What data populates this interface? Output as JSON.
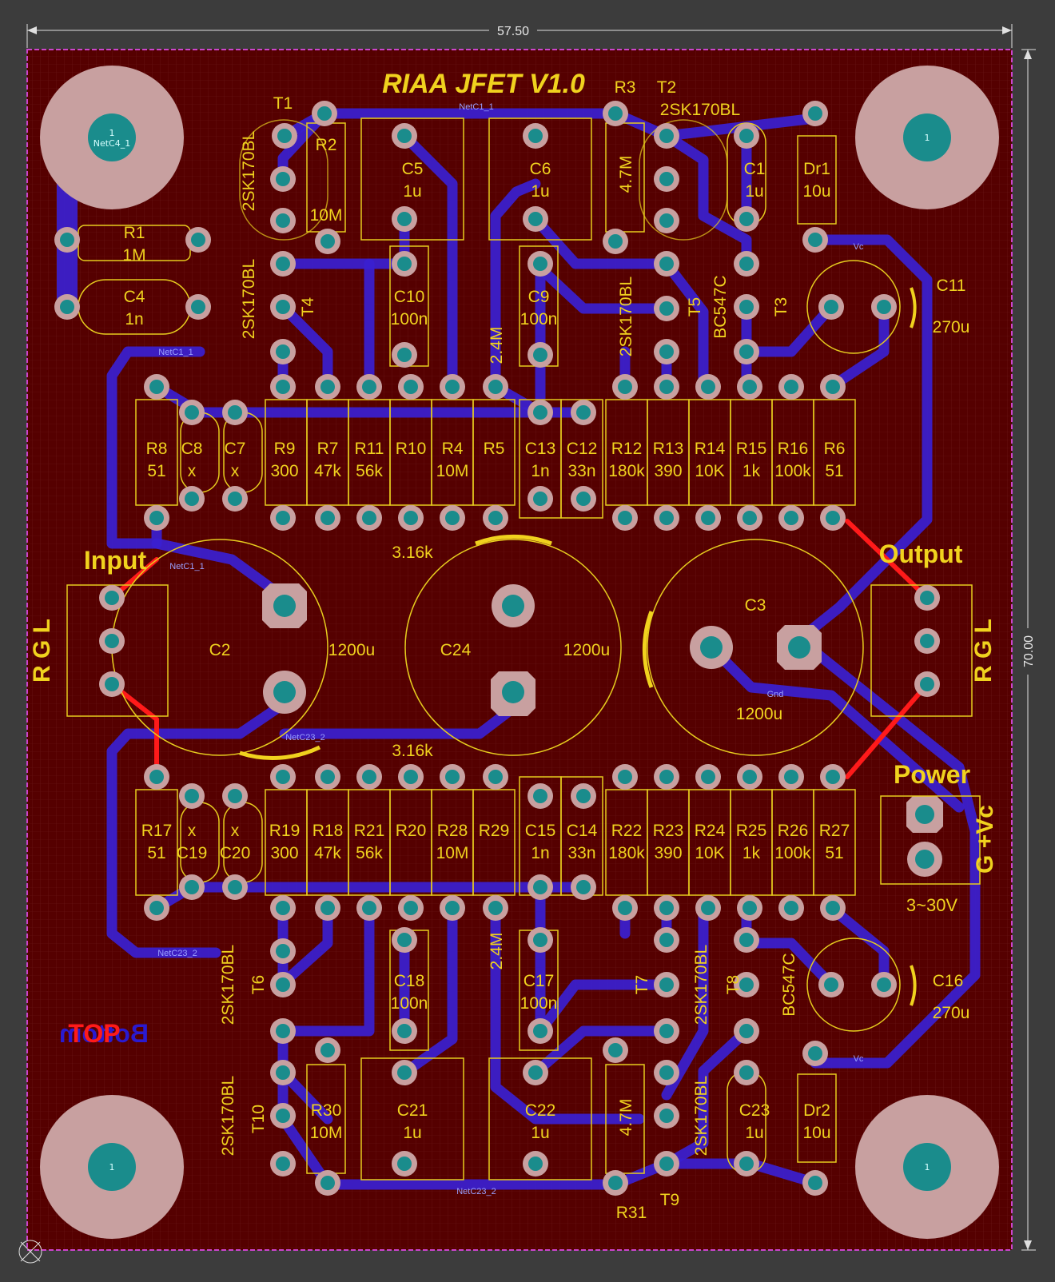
{
  "board": {
    "title": "RIAA JFET V1.0",
    "width_dim": "57.50",
    "height_dim": "70.00",
    "layer_top": "TOP",
    "layer_bottom": "Bottom"
  },
  "labels": {
    "input": "Input",
    "output": "Output",
    "power": "Power",
    "power_range": "3~30V",
    "rgl": "R G L",
    "gvc": "G +Vc",
    "res_316k_top": "3.16k",
    "res_316k_bottom": "3.16k",
    "res_24m_top": "2.4M",
    "res_24m_bottom": "2.4M"
  },
  "components_top": [
    {
      "ref": "R8",
      "val": "51"
    },
    {
      "ref": "C8",
      "val": "x"
    },
    {
      "ref": "C7",
      "val": "x"
    },
    {
      "ref": "R9",
      "val": "300"
    },
    {
      "ref": "R7",
      "val": "47k"
    },
    {
      "ref": "R11",
      "val": "56k"
    },
    {
      "ref": "R10",
      "val": ""
    },
    {
      "ref": "R4",
      "val": "10M"
    },
    {
      "ref": "R5",
      "val": ""
    },
    {
      "ref": "C13",
      "val": "1n"
    },
    {
      "ref": "C12",
      "val": "33n"
    },
    {
      "ref": "R12",
      "val": "180k"
    },
    {
      "ref": "R13",
      "val": "390"
    },
    {
      "ref": "R14",
      "val": "10K"
    },
    {
      "ref": "R15",
      "val": "1k"
    },
    {
      "ref": "R16",
      "val": "100k"
    },
    {
      "ref": "R6",
      "val": "51"
    }
  ],
  "components_bottom": [
    {
      "ref": "R17",
      "val": "51"
    },
    {
      "ref": "x",
      "val": "C19"
    },
    {
      "ref": "x",
      "val": "C20"
    },
    {
      "ref": "R19",
      "val": "300"
    },
    {
      "ref": "R18",
      "val": "47k"
    },
    {
      "ref": "R21",
      "val": "56k"
    },
    {
      "ref": "R20",
      "val": ""
    },
    {
      "ref": "R28",
      "val": "10M"
    },
    {
      "ref": "R29",
      "val": ""
    },
    {
      "ref": "C15",
      "val": "1n"
    },
    {
      "ref": "C14",
      "val": "33n"
    },
    {
      "ref": "R22",
      "val": "180k"
    },
    {
      "ref": "R23",
      "val": "390"
    },
    {
      "ref": "R24",
      "val": "10K"
    },
    {
      "ref": "R25",
      "val": "1k"
    },
    {
      "ref": "R26",
      "val": "100k"
    },
    {
      "ref": "R27",
      "val": "51"
    }
  ],
  "parts": {
    "r1": {
      "ref": "R1",
      "val": "1M"
    },
    "c4": {
      "ref": "C4",
      "val": "1n"
    },
    "r2": {
      "ref": "R2",
      "val": "10M"
    },
    "c5": {
      "ref": "C5",
      "val": "1u"
    },
    "c6": {
      "ref": "C6",
      "val": "1u"
    },
    "c10": {
      "ref": "C10",
      "val": "100n"
    },
    "c9": {
      "ref": "C9",
      "val": "100n"
    },
    "r3": {
      "ref": "R3",
      "val": "4.7M"
    },
    "c1": {
      "ref": "C1",
      "val": "1u"
    },
    "dr1": {
      "ref": "Dr1",
      "val": "10u"
    },
    "c11": {
      "ref": "C11",
      "val": "270u"
    },
    "c2": {
      "ref": "C2",
      "val": "1200u"
    },
    "c24": {
      "ref": "C24",
      "val": "1200u"
    },
    "c3": {
      "ref": "C3",
      "val": "1200u"
    },
    "c18": {
      "ref": "C18",
      "val": "100n"
    },
    "c17": {
      "ref": "C17",
      "val": "100n"
    },
    "c16": {
      "ref": "C16",
      "val": "270u"
    },
    "r30": {
      "ref": "R30",
      "val": "10M"
    },
    "c21": {
      "ref": "C21",
      "val": "1u"
    },
    "c22": {
      "ref": "C22",
      "val": "1u"
    },
    "r31": {
      "ref": "R31",
      "val": "4.7M"
    },
    "c23": {
      "ref": "C23",
      "val": "1u"
    },
    "dr2": {
      "ref": "Dr2",
      "val": "10u"
    }
  },
  "transistors": {
    "t1": {
      "ref": "T1",
      "part": "2SK170BL"
    },
    "t2": {
      "ref": "T2",
      "part": "2SK170BL"
    },
    "t4": {
      "ref": "T4",
      "part": "2SK170BL"
    },
    "t5": {
      "ref": "T5",
      "part": "2SK170BL"
    },
    "t3": {
      "ref": "T3",
      "part": "BC547C"
    },
    "t6": {
      "ref": "T6",
      "part": "2SK170BL"
    },
    "t7": {
      "ref": "T7",
      "part": "2SK170BL"
    },
    "t8": {
      "ref": "T8",
      "part": "BC547C"
    },
    "t9": {
      "ref": "T9",
      "part": "2SK170BL"
    },
    "t10": {
      "ref": "T10",
      "part": "2SK170BL"
    }
  },
  "nets": {
    "netc1_1": "NetC1_1",
    "netc23_2": "NetC23_2",
    "vc": "Vc",
    "gnd": "Gnd",
    "netc4_1": "NetC4_1"
  },
  "mount_hole_label": "1",
  "colors": {
    "board": "#550000",
    "pad": "#c8a0a0",
    "hole": "#1a8c8c",
    "trace": "#3a1fd0",
    "silk": "#e6cc1e",
    "outline": "#cc44cc",
    "ratsnest": "#ff1a1a"
  }
}
